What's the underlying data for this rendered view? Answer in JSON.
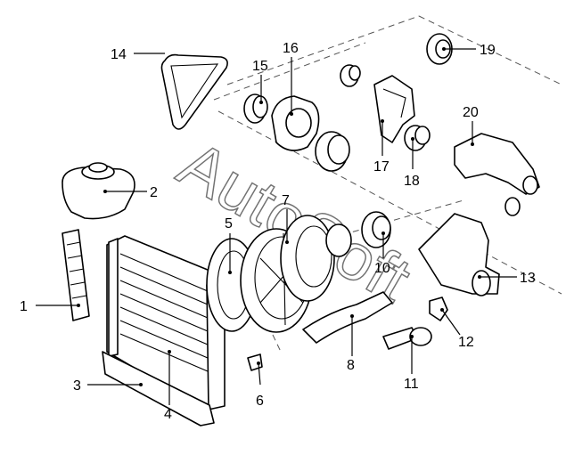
{
  "diagram": {
    "watermark": "AutoSoft",
    "callouts": [
      {
        "id": "c1",
        "label": "1"
      },
      {
        "id": "c2",
        "label": "2"
      },
      {
        "id": "c3",
        "label": "3"
      },
      {
        "id": "c4",
        "label": "4"
      },
      {
        "id": "c5",
        "label": "5"
      },
      {
        "id": "c6",
        "label": "6"
      },
      {
        "id": "c7",
        "label": "7"
      },
      {
        "id": "c8",
        "label": "8"
      },
      {
        "id": "c10",
        "label": "10"
      },
      {
        "id": "c11",
        "label": "11"
      },
      {
        "id": "c12",
        "label": "12"
      },
      {
        "id": "c13",
        "label": "13"
      },
      {
        "id": "c14",
        "label": "14"
      },
      {
        "id": "c15",
        "label": "15"
      },
      {
        "id": "c16",
        "label": "16"
      },
      {
        "id": "c17",
        "label": "17"
      },
      {
        "id": "c18",
        "label": "18"
      },
      {
        "id": "c19",
        "label": "19"
      },
      {
        "id": "c20",
        "label": "20"
      }
    ]
  }
}
